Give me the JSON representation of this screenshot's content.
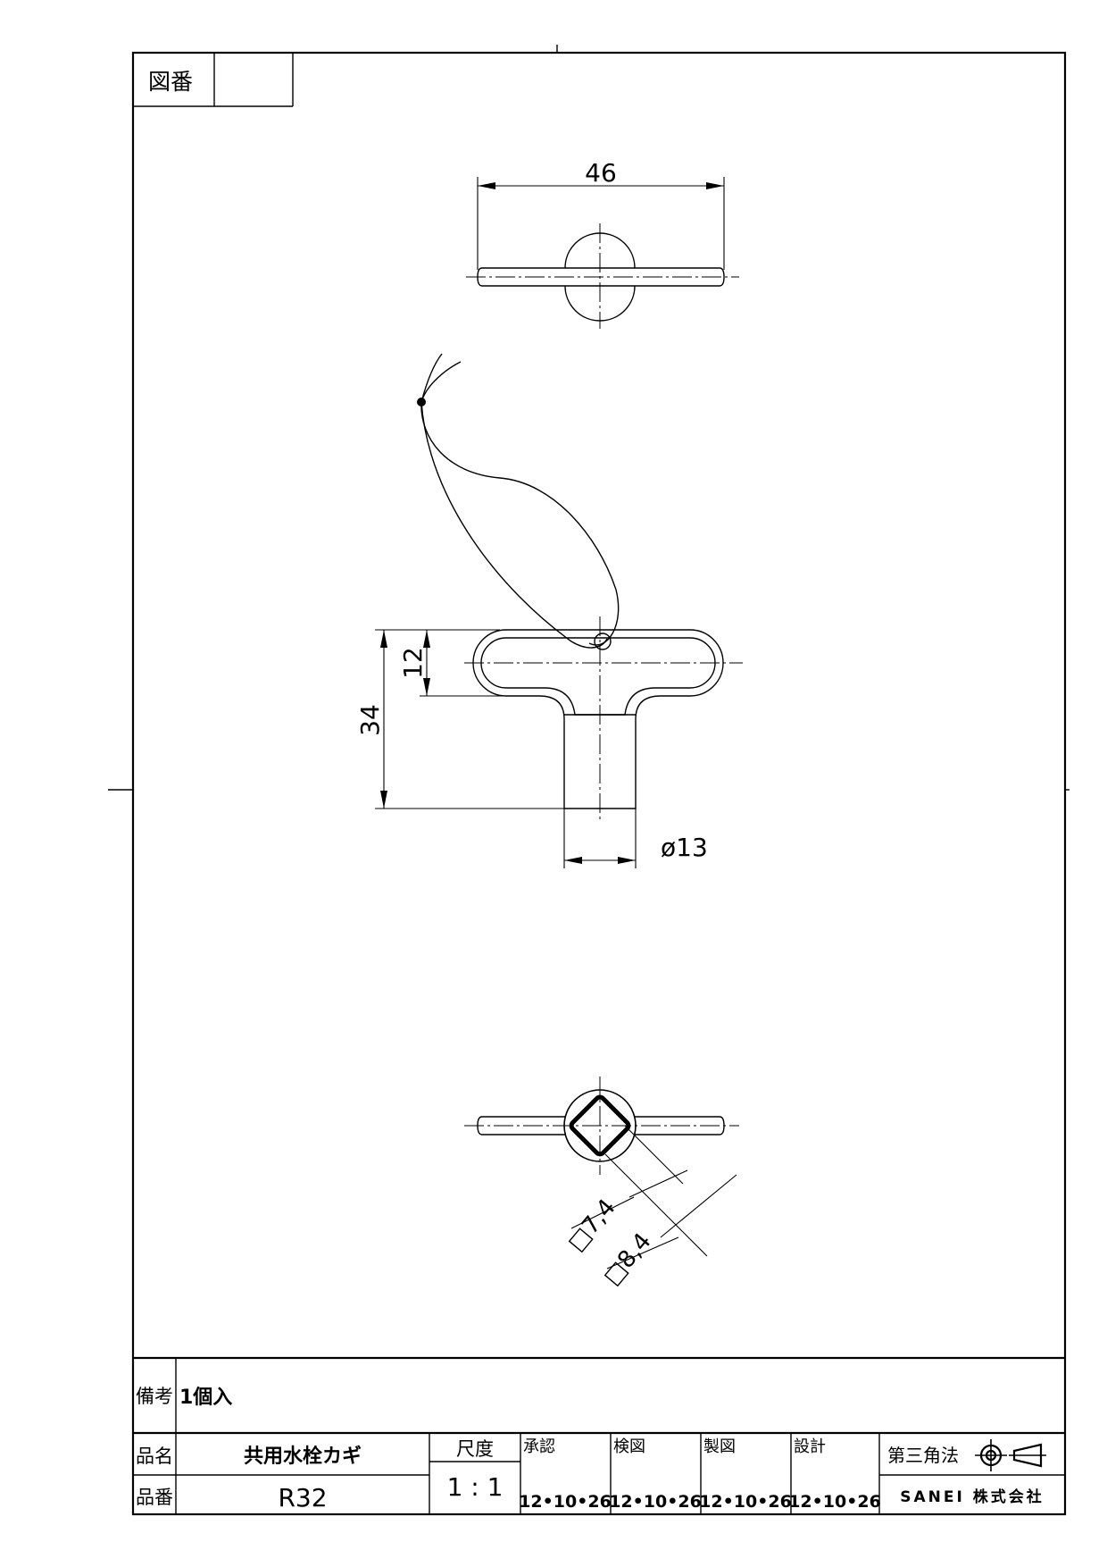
{
  "sheet": {
    "drawing_no_label": "図番",
    "drawing_no_value": ""
  },
  "dimensions": {
    "width": "46",
    "height_total": "34",
    "height_grip": "12",
    "diameter": "ø13",
    "square_inner": "□7,4",
    "square_outer": "□8,4"
  },
  "title_block": {
    "remarks_label": "備考",
    "remarks_value": "1個入",
    "name_label": "品名",
    "name_value": "共用水栓カギ",
    "number_label": "品番",
    "number_value": "R32",
    "scale_label": "尺度",
    "scale_value": "1 : 1",
    "approval": {
      "label": "承認",
      "date": "12•10•26"
    },
    "check": {
      "label": "検図",
      "date": "12•10•26"
    },
    "drafting": {
      "label": "製図",
      "date": "12•10•26"
    },
    "design": {
      "label": "設計",
      "date": "12•10•26"
    },
    "projection_label": "第三角法",
    "company": "SANEI 株式会社"
  }
}
